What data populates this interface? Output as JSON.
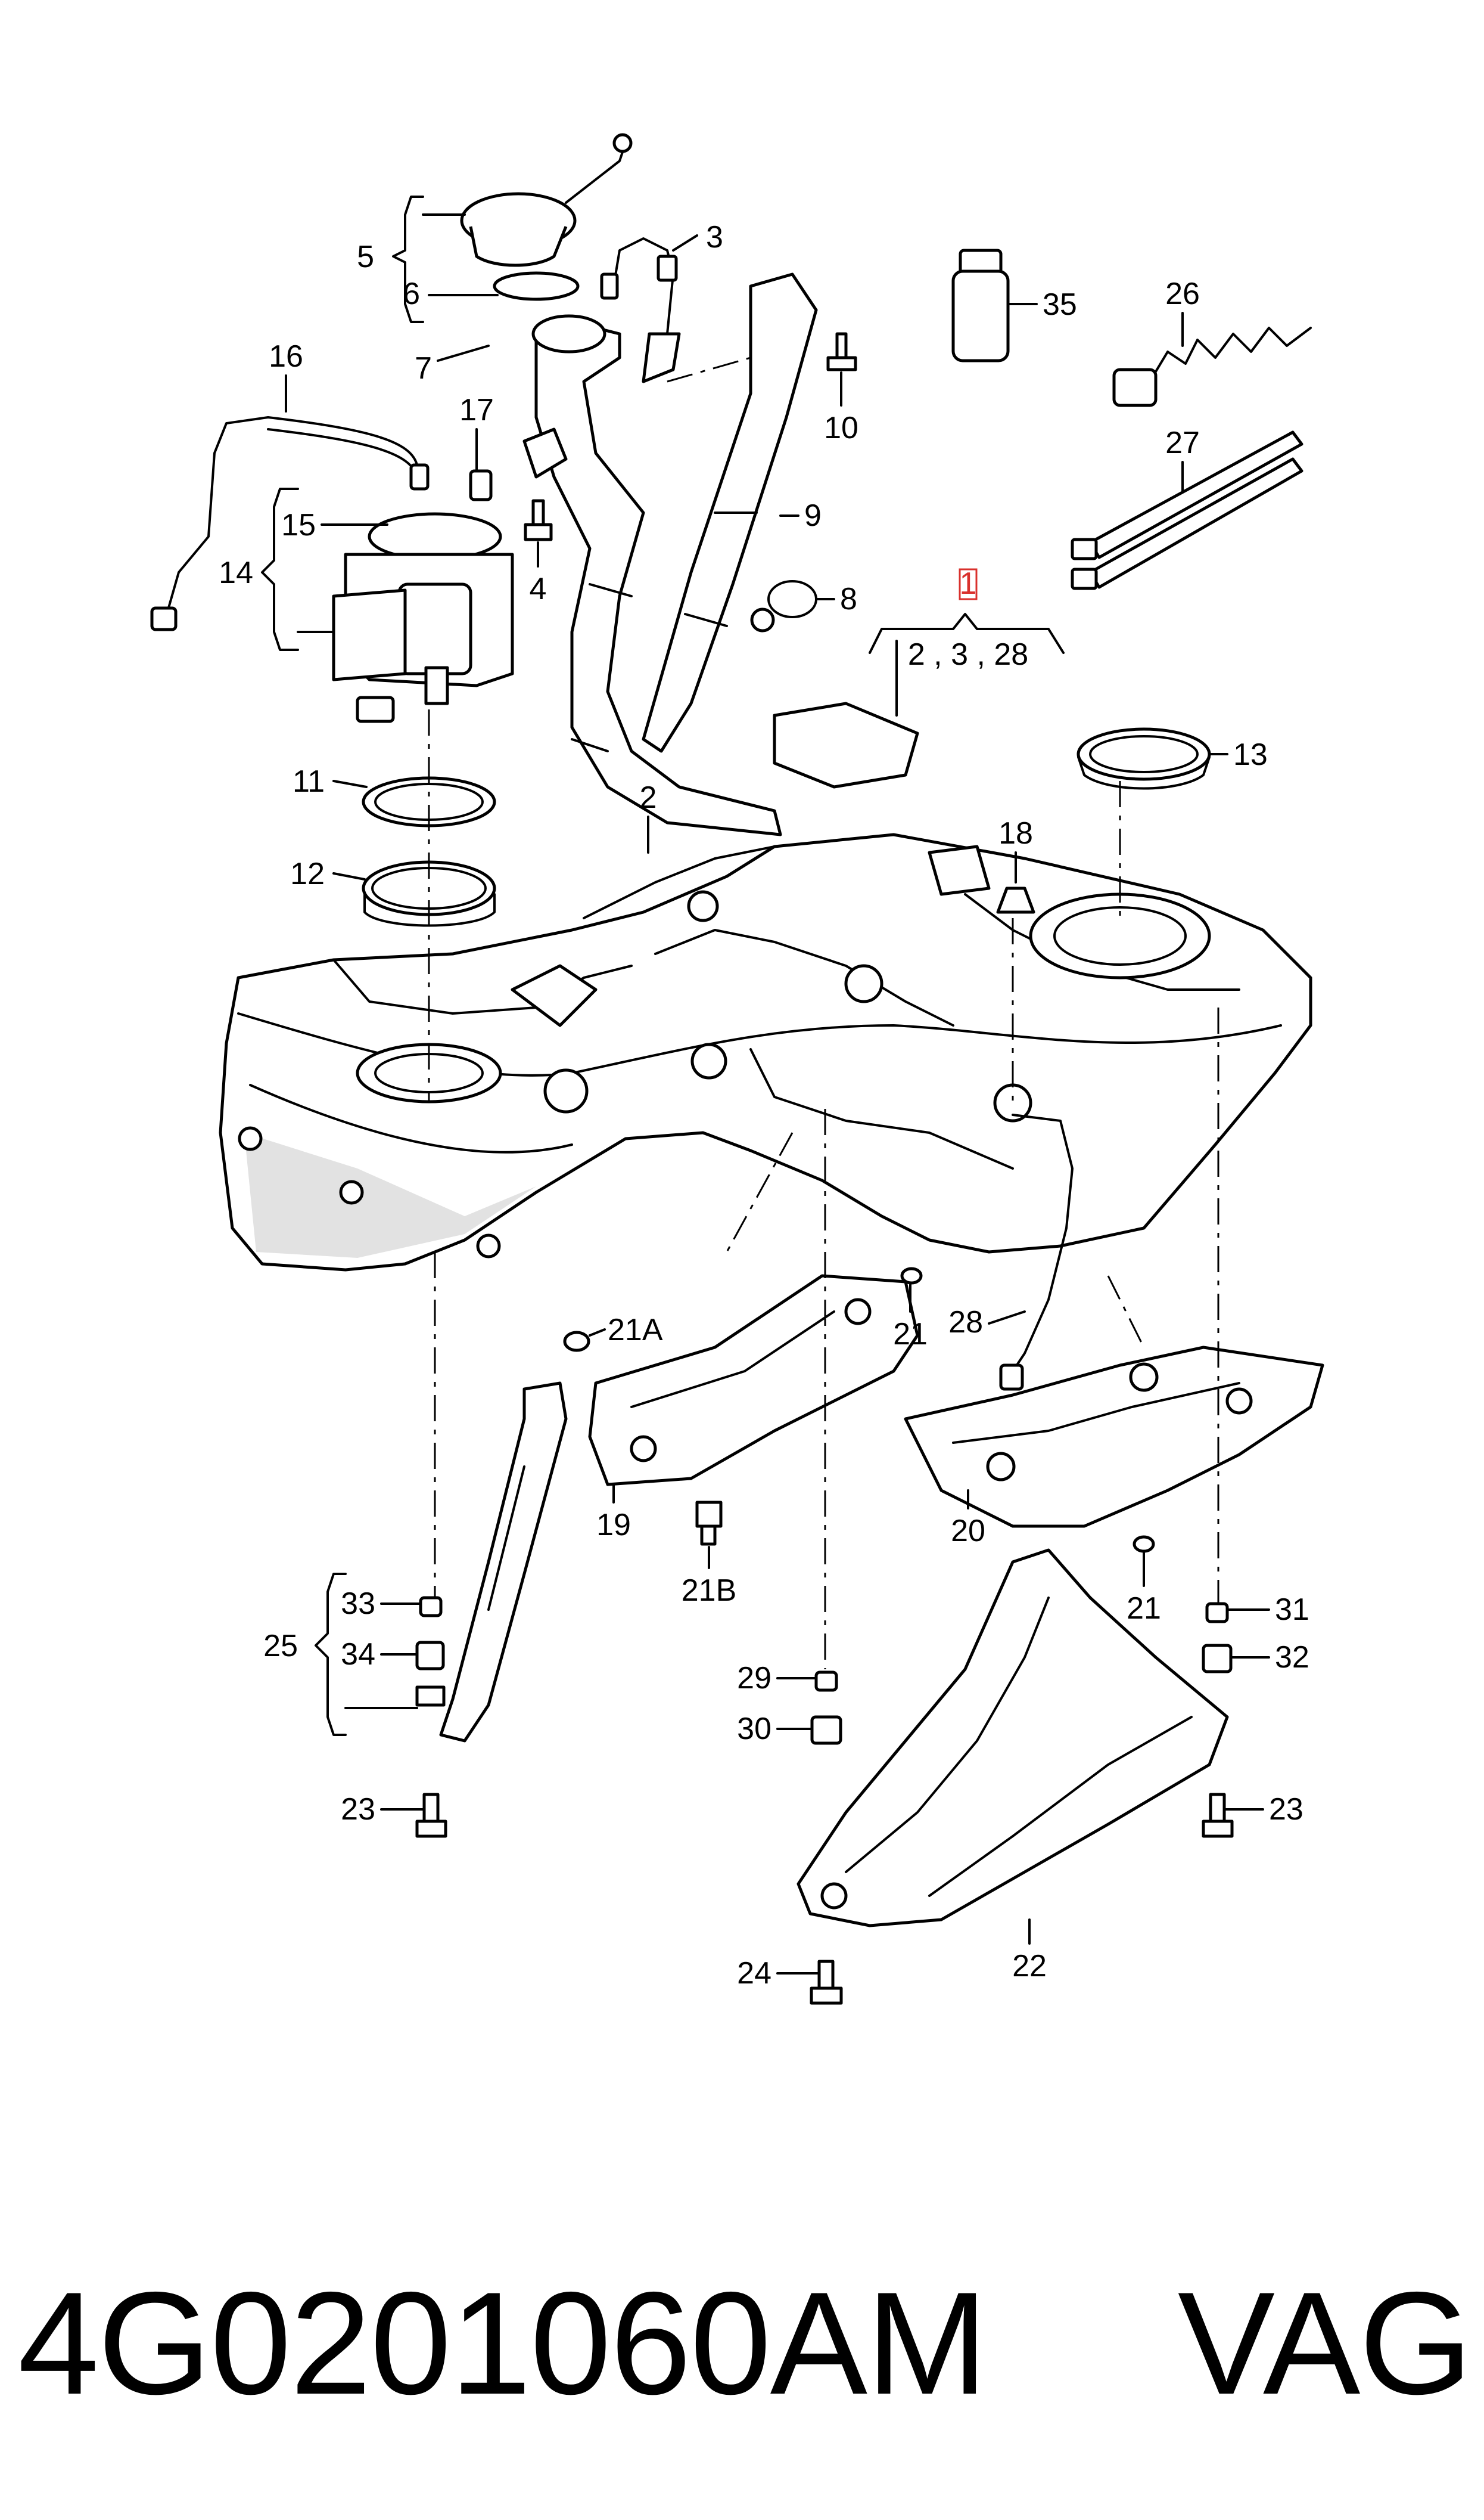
{
  "diagram": {
    "labels": {
      "l1": "1",
      "l1group": "2 , 3 , 28",
      "l2": "2",
      "l3": "3",
      "l4": "4",
      "l5": "5",
      "l6": "6",
      "l7": "7",
      "l8": "8",
      "l9": "9",
      "l10": "10",
      "l11": "11",
      "l12": "12",
      "l13": "13",
      "l14": "14",
      "l15": "15",
      "l16": "16",
      "l17": "17",
      "l18": "18",
      "l19": "19",
      "l20": "20",
      "l21a": "21",
      "l21b": "21",
      "l21A": "21A",
      "l21B": "21B",
      "l22": "22",
      "l23a": "23",
      "l23b": "23",
      "l24": "24",
      "l25": "25",
      "l26": "26",
      "l27": "27",
      "l28": "28",
      "l29": "29",
      "l30": "30",
      "l31": "31",
      "l32": "32",
      "l33": "33",
      "l34": "34",
      "l35": "35"
    },
    "highlight_color": "#d9302c"
  },
  "caption": {
    "part_number": "4G0201060AM",
    "brand": "VAG"
  }
}
